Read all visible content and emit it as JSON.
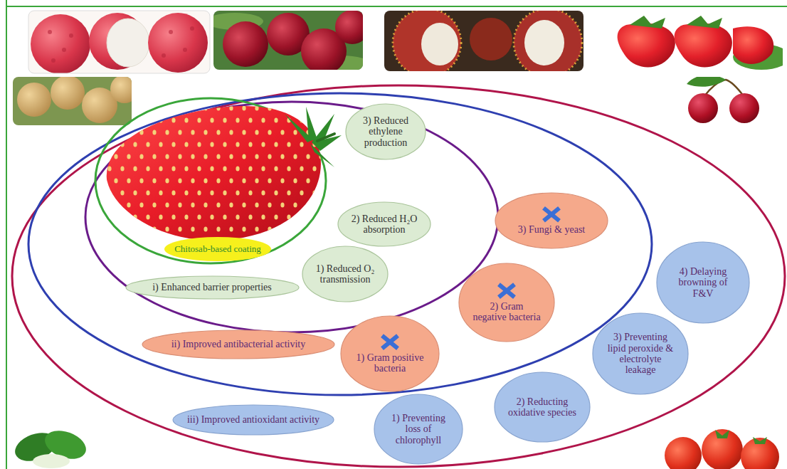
{
  "diagram": {
    "nodes": [
      {
        "text": [
          "Chitosab-based coating"
        ]
      },
      {
        "text": [
          "3) Reduced ethylene production"
        ]
      },
      {
        "text": [
          "2) Reduced H₂O absorption"
        ]
      },
      {
        "text": [
          "1) Reduced O₂ transmission"
        ]
      },
      {
        "text": [
          "i) Enhanced barrier properties"
        ]
      },
      {
        "text": [
          "3) Fungi & yeast"
        ]
      },
      {
        "text": [
          "2) Gram negative bacteria"
        ]
      },
      {
        "text": [
          "1) Gram positive bacteria"
        ]
      },
      {
        "text": [
          "ii) Improved antibacterial activity"
        ]
      },
      {
        "text": [
          "4) Delaying browning of F&V"
        ]
      },
      {
        "text": [
          "3) Preventing lipid peroxide & electrolyte leakage"
        ]
      },
      {
        "text": [
          "2) Reducting oxidative species"
        ]
      },
      {
        "text": [
          "1) Preventing loss of chlorophyll"
        ]
      },
      {
        "text": [
          "iii) Improved antioxidant activity"
        ]
      }
    ]
  }
}
